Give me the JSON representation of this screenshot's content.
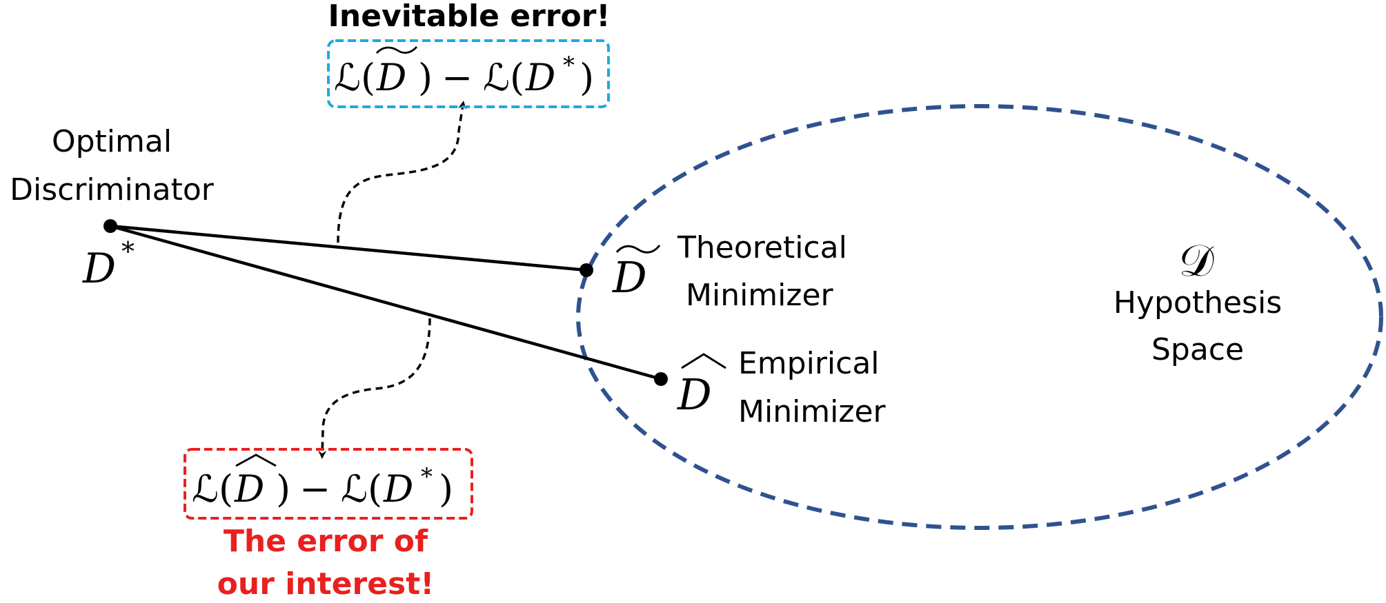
{
  "top_box": {
    "heading": "Inevitable error!",
    "formula": {
      "loss": "ℒ",
      "open": "(",
      "arg1": "D",
      "close1": ")",
      "minus": "−",
      "loss2": "ℒ",
      "open2": "(",
      "arg2": "D",
      "star": "*",
      "close2": ")"
    }
  },
  "bottom_box": {
    "formula": {
      "loss": "ℒ",
      "open": "(",
      "arg1": "D",
      "close1": ")",
      "minus": "−",
      "loss2": "ℒ",
      "open2": "(",
      "arg2": "D",
      "star": "*",
      "close2": ")"
    },
    "caption_line1": "The error of",
    "caption_line2": "our interest!"
  },
  "optimal": {
    "label_line1": "Optimal",
    "label_line2": "Discriminator",
    "symbol": "D",
    "star": "*"
  },
  "theoretical": {
    "symbol": "D",
    "label_line1": "Theoretical",
    "label_line2": "Minimizer"
  },
  "empirical": {
    "symbol": "D",
    "label_line1": "Empirical",
    "label_line2": "Minimizer"
  },
  "hypothesis": {
    "symbol": "𝒟",
    "label_line1": "Hypothesis",
    "label_line2": "Space"
  },
  "colors": {
    "ellipse": "#2F528F",
    "top_box_border": "#1FA8E0",
    "bottom_box_border": "#E8201F",
    "heading_top": "#000000",
    "caption_bottom": "#E8201F",
    "lines": "#000000"
  }
}
